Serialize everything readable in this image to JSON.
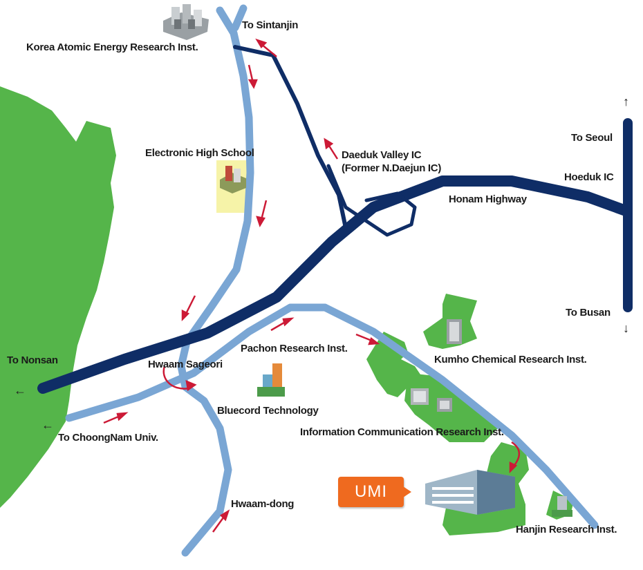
{
  "colors": {
    "land_green": "#55b54a",
    "local_road": "#7aa6d4",
    "highway": "#0f2d66",
    "flow_arrow": "#cc1a36",
    "umi_orange": "#ef6a1f",
    "school_zone": "#f6f3a8"
  },
  "labels": {
    "to_sintanjin": "To Sintanjin",
    "korea_atomic": "Korea Atomic Energy Research Inst.",
    "electronic_hs": "Electronic High School",
    "daeduk_ic_line1": "Daeduk Valley IC",
    "daeduk_ic_line2": "(Former N.Daejun IC)",
    "to_seoul": "To Seoul",
    "hoeduk_ic": "Hoeduk IC",
    "honam_highway": "Honam Highway",
    "to_busan": "To Busan",
    "to_nonsan": "To Nonsan",
    "hwaam_sageori": "Hwaam Sageori",
    "pachon": "Pachon Research Inst.",
    "kumho": "Kumho Chemical Research Inst.",
    "bluecord": "Bluecord Technology",
    "to_choongnam": "To ChoongNam Univ.",
    "info_comm": "Information Communication Research Inst.",
    "umi": "UMI",
    "hwaam_dong": "Hwaam-dong",
    "hanjin": "Hanjin Research Inst."
  },
  "direction_arrows": {
    "up": "↑",
    "down": "↓",
    "left": "←"
  }
}
